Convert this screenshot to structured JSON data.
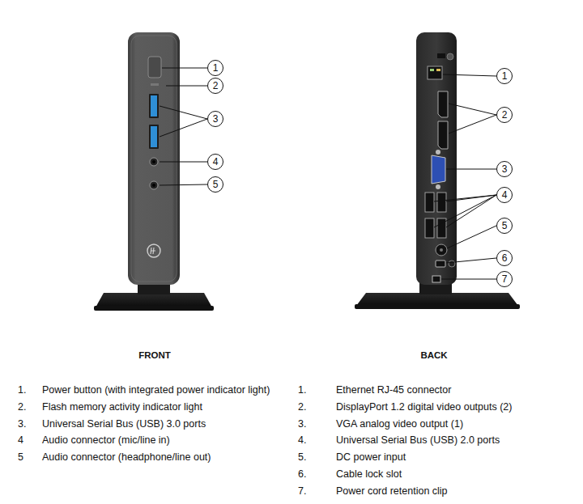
{
  "diagram": {
    "nodes": [
      {
        "text": [
          "1"
        ]
      },
      {
        "text": [
          "2"
        ]
      },
      {
        "text": [
          "3"
        ]
      },
      {
        "text": [
          "4"
        ]
      },
      {
        "text": [
          "5"
        ]
      },
      {
        "text": [
          "1"
        ]
      },
      {
        "text": [
          "2"
        ]
      },
      {
        "text": [
          "3"
        ]
      },
      {
        "text": [
          "4"
        ]
      },
      {
        "text": [
          "5"
        ]
      },
      {
        "text": [
          "6"
        ]
      },
      {
        "text": [
          "7"
        ]
      }
    ],
    "edges": [],
    "labels": [
      "FRONT",
      "BACK",
      "1.",
      "Power button (with integrated power indicator light)",
      "2.",
      "Flash memory activity indicator light",
      "3.",
      "Universal Serial Bus (USB) 3.0 ports",
      "4",
      "Audio connector (mic/line in)",
      "5",
      "Audio connector (headphone/line out)",
      "1.",
      "Ethernet RJ-45 connector",
      "2.",
      "DisplayPort 1.2 digital video outputs (2)",
      "3.",
      "VGA analog video output (1)",
      "4.",
      "Universal Serial Bus (USB) 2.0 ports",
      "5.",
      "DC power input",
      "6.",
      "Cable lock slot",
      "7.",
      "Power cord retention clip"
    ]
  }
}
